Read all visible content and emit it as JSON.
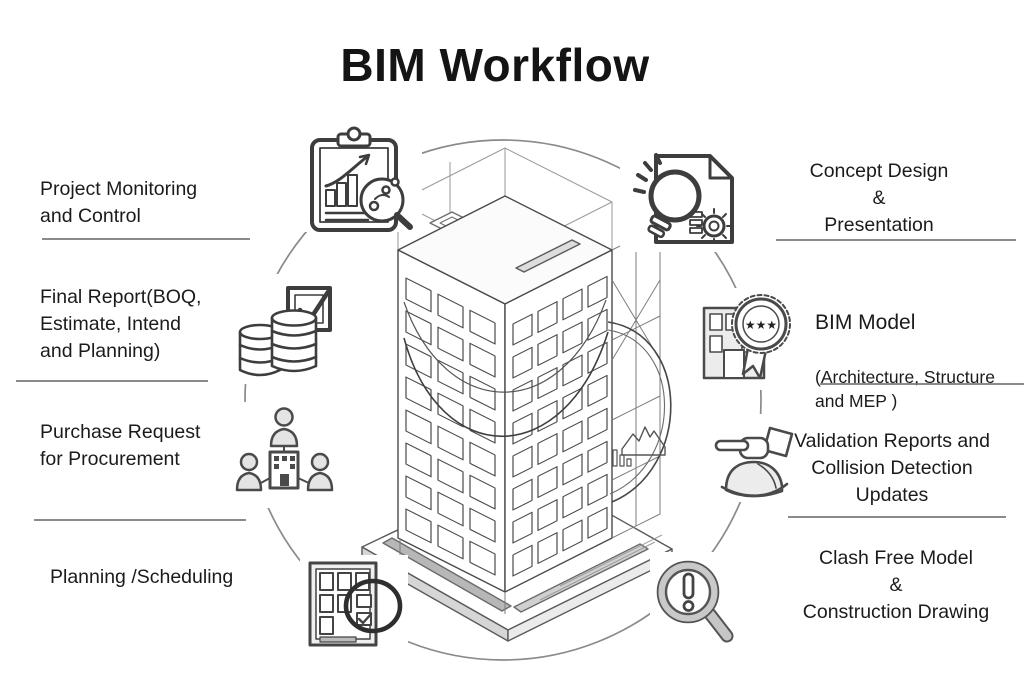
{
  "title": "BIM Workflow",
  "colors": {
    "ink": "#1c1c1c",
    "ring": "#8a8a8a",
    "icon_stroke": "#3d3d3d"
  },
  "left_items": [
    {
      "label": "Project Monitoring\nand Control"
    },
    {
      "label": "Final Report(BOQ,\nEstimate, Intend\nand Planning)"
    },
    {
      "label": "Purchase Request\nfor Procurement"
    },
    {
      "label": "Planning /Scheduling"
    }
  ],
  "right_items": [
    {
      "label": "Concept Design\n&\nPresentation"
    },
    {
      "title": "BIM Model",
      "subtitle": "(Architecture, Structure\nand MEP )"
    },
    {
      "label": "Validation Reports and\nCollision Detection\nUpdates"
    },
    {
      "label": "Clash Free Model\n&\nConstruction Drawing"
    }
  ],
  "icons": {
    "top_left": "clipboard-analytics-with-magnifier",
    "top_right": "idea-lightbulb-document",
    "mid_left": "coin-stacks-with-checkbox",
    "mid_right": "building-award-badge",
    "lower_left": "team-org-chart",
    "lower_right": "hand-with-hard-hat",
    "bottom_left": "calendar-schedule-loop",
    "bottom_right": "magnifier-exclamation",
    "badge_stars": "★★★"
  }
}
